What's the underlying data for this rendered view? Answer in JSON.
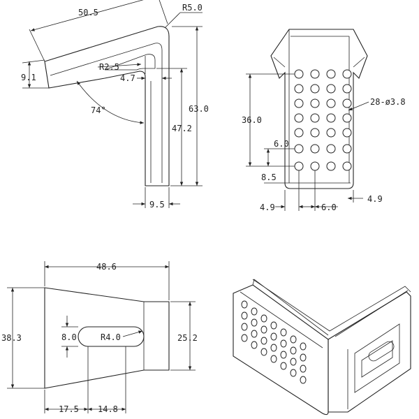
{
  "drawing": {
    "side_view": {
      "width_label": "50.5",
      "outer_radius_label": "R5.0",
      "inner_radius_label": "R2.5",
      "thickness_label": "4.7",
      "flange_label": "9.1",
      "angle_label": "74°",
      "height_label": "63.0",
      "leg_height_label": "47.2",
      "leg_width_label": "9.5"
    },
    "front_view": {
      "span_label": "36.0",
      "hole_pitch_label": "6.0",
      "bottom_offset_label": "8.5",
      "holes_label": "28-ø3.8",
      "left_edge_label": "4.9",
      "bottom_pitch_label": "6.0",
      "right_edge_label": "4.9"
    },
    "flat_view": {
      "length_label": "48.6",
      "width_label": "38.3",
      "end_width_label": "25.2",
      "slot_width_label": "8.0",
      "slot_radius_label": "R4.0",
      "offset_a_label": "17.5",
      "offset_b_label": "14.8"
    }
  }
}
